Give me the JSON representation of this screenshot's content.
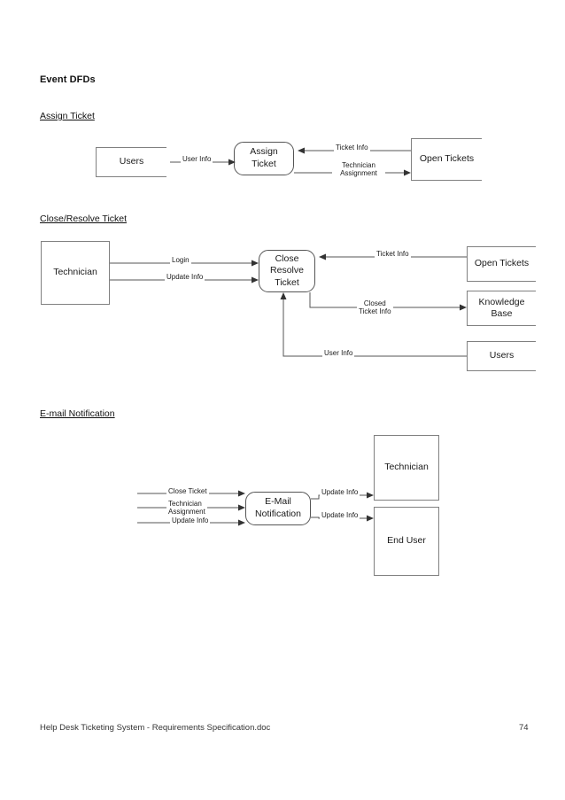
{
  "document": {
    "section_heading": "Event DFDs",
    "footer_text": "Help Desk Ticketing System - Requirements Specification.doc",
    "page_number": "74"
  },
  "diagrams": [
    {
      "title": "Assign Ticket",
      "nodes": {
        "users": "Users",
        "process": "Assign\nTicket",
        "process_line1": "Assign",
        "process_line2": "Ticket",
        "open_tickets": "Open Tickets"
      },
      "flows": {
        "user_info": "User Info",
        "ticket_info": "Ticket Info",
        "technician_assignment": "Technician Assignment"
      }
    },
    {
      "title": "Close/Resolve Ticket",
      "nodes": {
        "technician": "Technician",
        "process_line1": "Close",
        "process_line2": "Resolve",
        "process_line3": "Ticket",
        "open_tickets": "Open Tickets",
        "knowledge_base_line1": "Knowledge",
        "knowledge_base_line2": "Base",
        "users": "Users"
      },
      "flows": {
        "login": "Login",
        "update_info": "Update Info",
        "ticket_info": "Ticket Info",
        "closed_ticket_info_line1": "Closed",
        "closed_ticket_info_line2": "Ticket Info",
        "user_info": "User Info"
      }
    },
    {
      "title": "E-mail Notification",
      "nodes": {
        "process_line1": "E-Mail",
        "process_line2": "Notification",
        "technician": "Technician",
        "end_user": "End User"
      },
      "flows": {
        "close_ticket": "Close Ticket",
        "technician_assignment_line1": "Technician",
        "technician_assignment_line2": "Assignment",
        "update_info_in": "Update Info",
        "update_info_tech": "Update Info",
        "update_info_user": "Update Info"
      }
    }
  ],
  "colors": {
    "stroke": "#555555",
    "entity_stroke": "#808080",
    "text": "#1a1a1a",
    "background": "#ffffff"
  }
}
